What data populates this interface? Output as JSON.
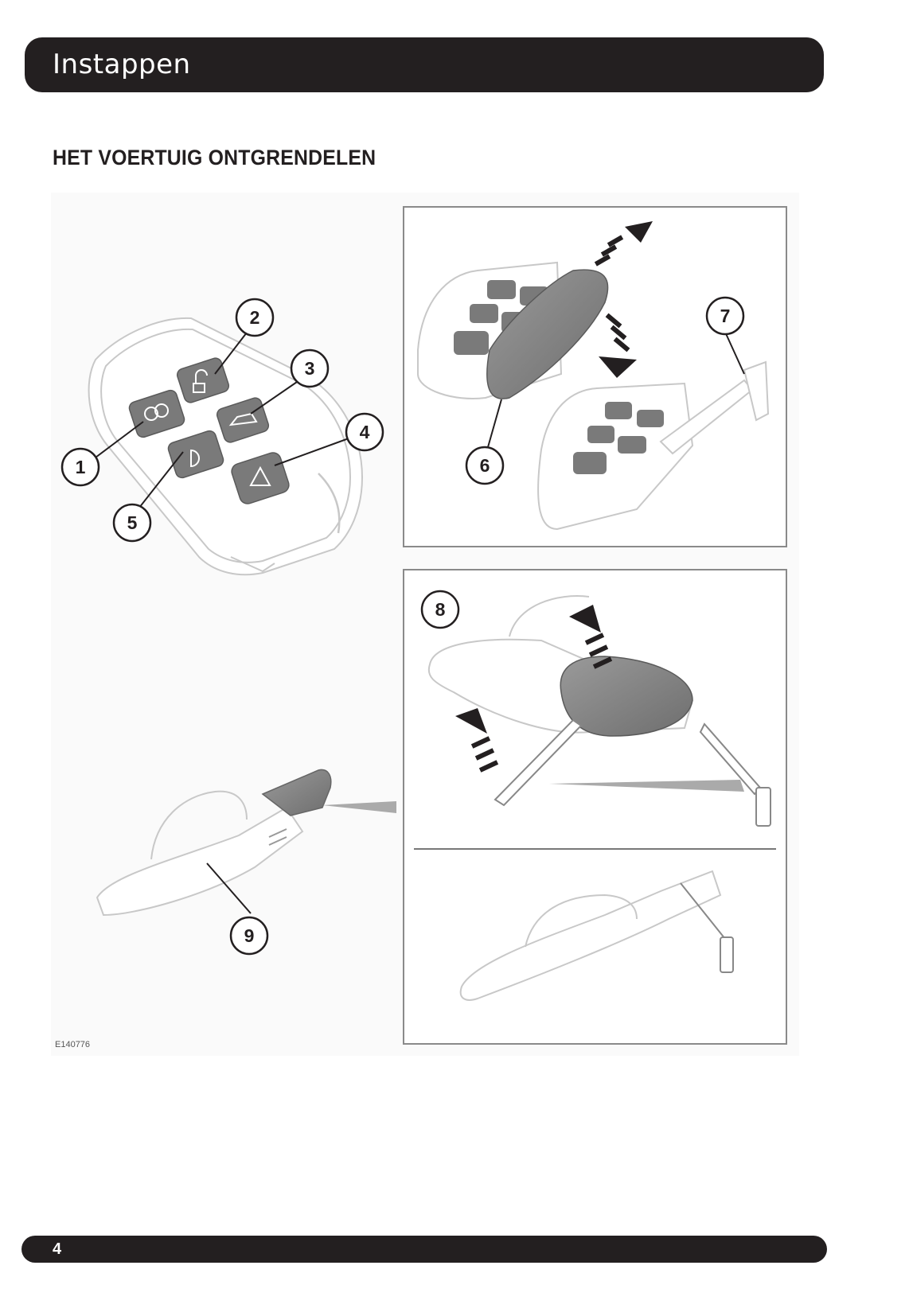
{
  "header": {
    "title": "Instappen"
  },
  "section": {
    "heading": "HET VOERTUIG ONTGRENDELEN"
  },
  "figure": {
    "id": "E140776",
    "callouts": [
      "1",
      "2",
      "3",
      "4",
      "5",
      "6",
      "7",
      "8",
      "9"
    ]
  },
  "footer": {
    "page_number": "4"
  },
  "colors": {
    "bar": "#231f20",
    "background": "#ffffff",
    "grey_part": "#8a8a8a"
  }
}
